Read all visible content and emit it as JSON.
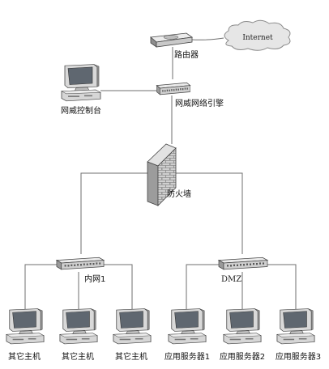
{
  "nodes": {
    "internet": {
      "label": "Internet",
      "icon": "cloud-icon"
    },
    "router": {
      "label": "路由器",
      "icon": "router-icon"
    },
    "gateway": {
      "label": "网威网络引擎",
      "icon": "network-engine-icon"
    },
    "console": {
      "label": "网威控制台",
      "icon": "desktop-computer-icon"
    },
    "firewall": {
      "label": "防火墙",
      "icon": "firewall-icon"
    },
    "switch_internal": {
      "label": "内网1",
      "icon": "switch-icon"
    },
    "switch_dmz": {
      "label": "DMZ",
      "icon": "switch-icon"
    },
    "hosts": [
      {
        "label": "其它主机"
      },
      {
        "label": "其它主机"
      },
      {
        "label": "其它主机"
      },
      {
        "label": "应用服务器1"
      },
      {
        "label": "应用服务器2"
      },
      {
        "label": "应用服务器3"
      }
    ]
  },
  "colors": {
    "line": "#6f6f6f",
    "device_body": "#d6d6d6",
    "device_dark": "#8a8a8a",
    "screen": "#5f6770",
    "brick": "#b8b8b8"
  }
}
